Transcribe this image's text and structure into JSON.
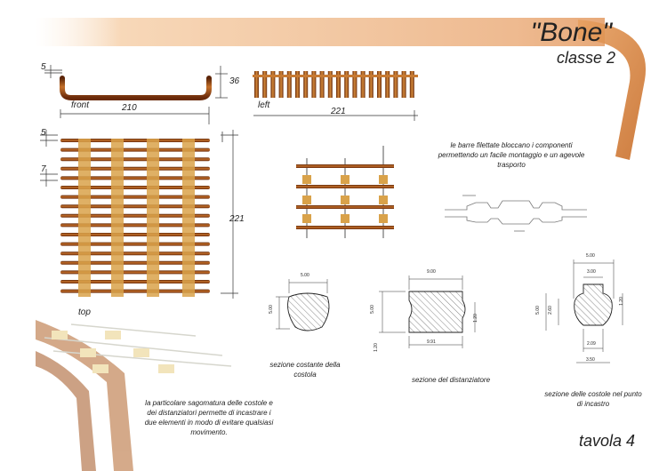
{
  "header": {
    "title": "\"Bone\"",
    "subtitle": "classe 2"
  },
  "footer": {
    "sheet": "tavola 4"
  },
  "views": {
    "front": {
      "label": "front",
      "width": "210",
      "thickness": "5",
      "height": "36"
    },
    "left": {
      "label": "left",
      "length": "221"
    },
    "top": {
      "label": "top",
      "length": "221",
      "rib": "5",
      "gap": "7"
    }
  },
  "notes": {
    "assembly": "le barre filettate bloccano i componenti permettendo un facile montaggio e un agevole trasporto",
    "shaping": "la particolare sagomatura delle costole e dei distanziatori permette di incastrare i due elementi in modo di evitare qualsiasi movimento."
  },
  "sections": {
    "rib": {
      "caption": "sezione costante della costola",
      "width": "5.00",
      "height": "5.00"
    },
    "spacer": {
      "caption": "sezione del distanziatore",
      "top": "9.00",
      "bottom": "9.91",
      "height": "5.00",
      "left": "1.20",
      "right": "1.20"
    },
    "joint": {
      "caption": "sezione delle costole nel punto di incastro",
      "outer": "5.00",
      "inner": "3.00",
      "height": "5.00",
      "mid": "2.60",
      "right": "1.20",
      "bottom": "2.09",
      "base": "3.50"
    }
  },
  "colors": {
    "wood_dark": "#8a3a10",
    "wood_light": "#d99a45",
    "rib": "#b7651e",
    "spacer": "#d9a24a"
  }
}
